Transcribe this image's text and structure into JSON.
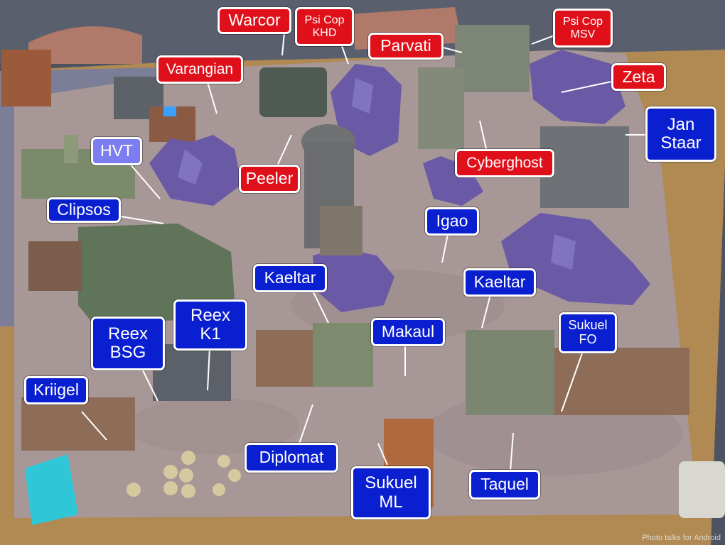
{
  "colors": {
    "red_label": "#e0101a",
    "blue_label": "#0a1fcf",
    "light_blue_label": "#7b7df0",
    "label_text": "#ffffff",
    "mat": "#a59493",
    "crystal": "#6a5aa6"
  },
  "labels": {
    "warcor": "Warcor",
    "psi_cop_khd": "Psi Cop\nKHD",
    "parvati": "Parvati",
    "psi_cop_msv": "Psi Cop\nMSV",
    "varangian": "Varangian",
    "zeta": "Zeta",
    "jan_staar": "Jan\nStaar",
    "hvt": "HVT",
    "peeler": "Peeler",
    "cyberghost": "Cyberghost",
    "clipsos": "Clipsos",
    "igao": "Igao",
    "kaeltar_left": "Kaeltar",
    "kaeltar_right": "Kaeltar",
    "reex_bsg": "Reex\nBSG",
    "reex_k1": "Reex\nK1",
    "makaul": "Makaul",
    "sukuel_fo": "Sukuel\nFO",
    "kriigel": "Kriigel",
    "diplomat": "Diplomat",
    "sukuel_ml": "Sukuel\nML",
    "taquel": "Taquel"
  },
  "watermark": "Photo talks for Android"
}
